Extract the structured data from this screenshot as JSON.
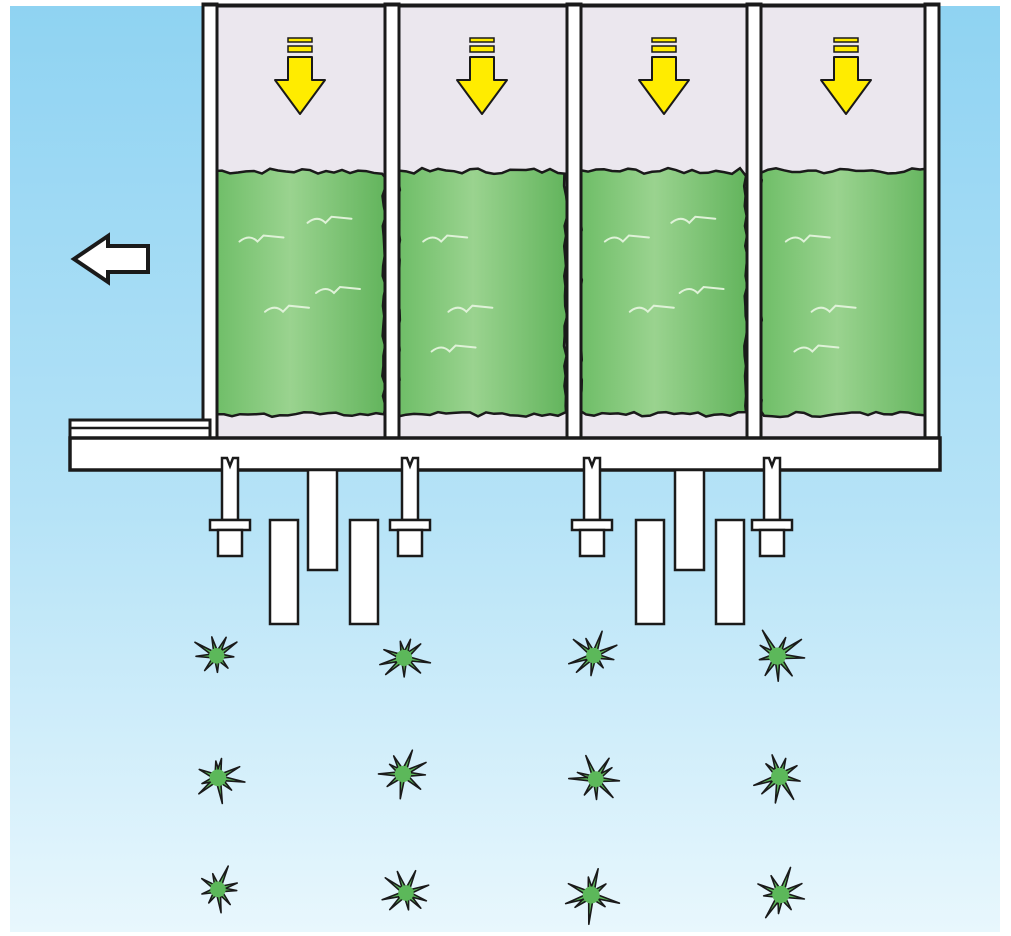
{
  "diagram": {
    "colors": {
      "sky_top": "#8fd3f2",
      "sky_bottom": "#e6f6fd",
      "hopper_fill": "#ebe7ee",
      "frame": "#ffffff",
      "outline": "#1a1a1a",
      "moss_light": "#93cf88",
      "moss_dark": "#66b860",
      "arrow_yellow": "#ffec00",
      "plant_green": "#5cb85a"
    },
    "icons": {
      "feed_arrow": "down-arrow-icon",
      "direction_arrow": "left-arrow-icon",
      "plant": "moss-clump-icon"
    },
    "compartments": 4,
    "planted_rows": 3,
    "plants_per_row": 4
  }
}
